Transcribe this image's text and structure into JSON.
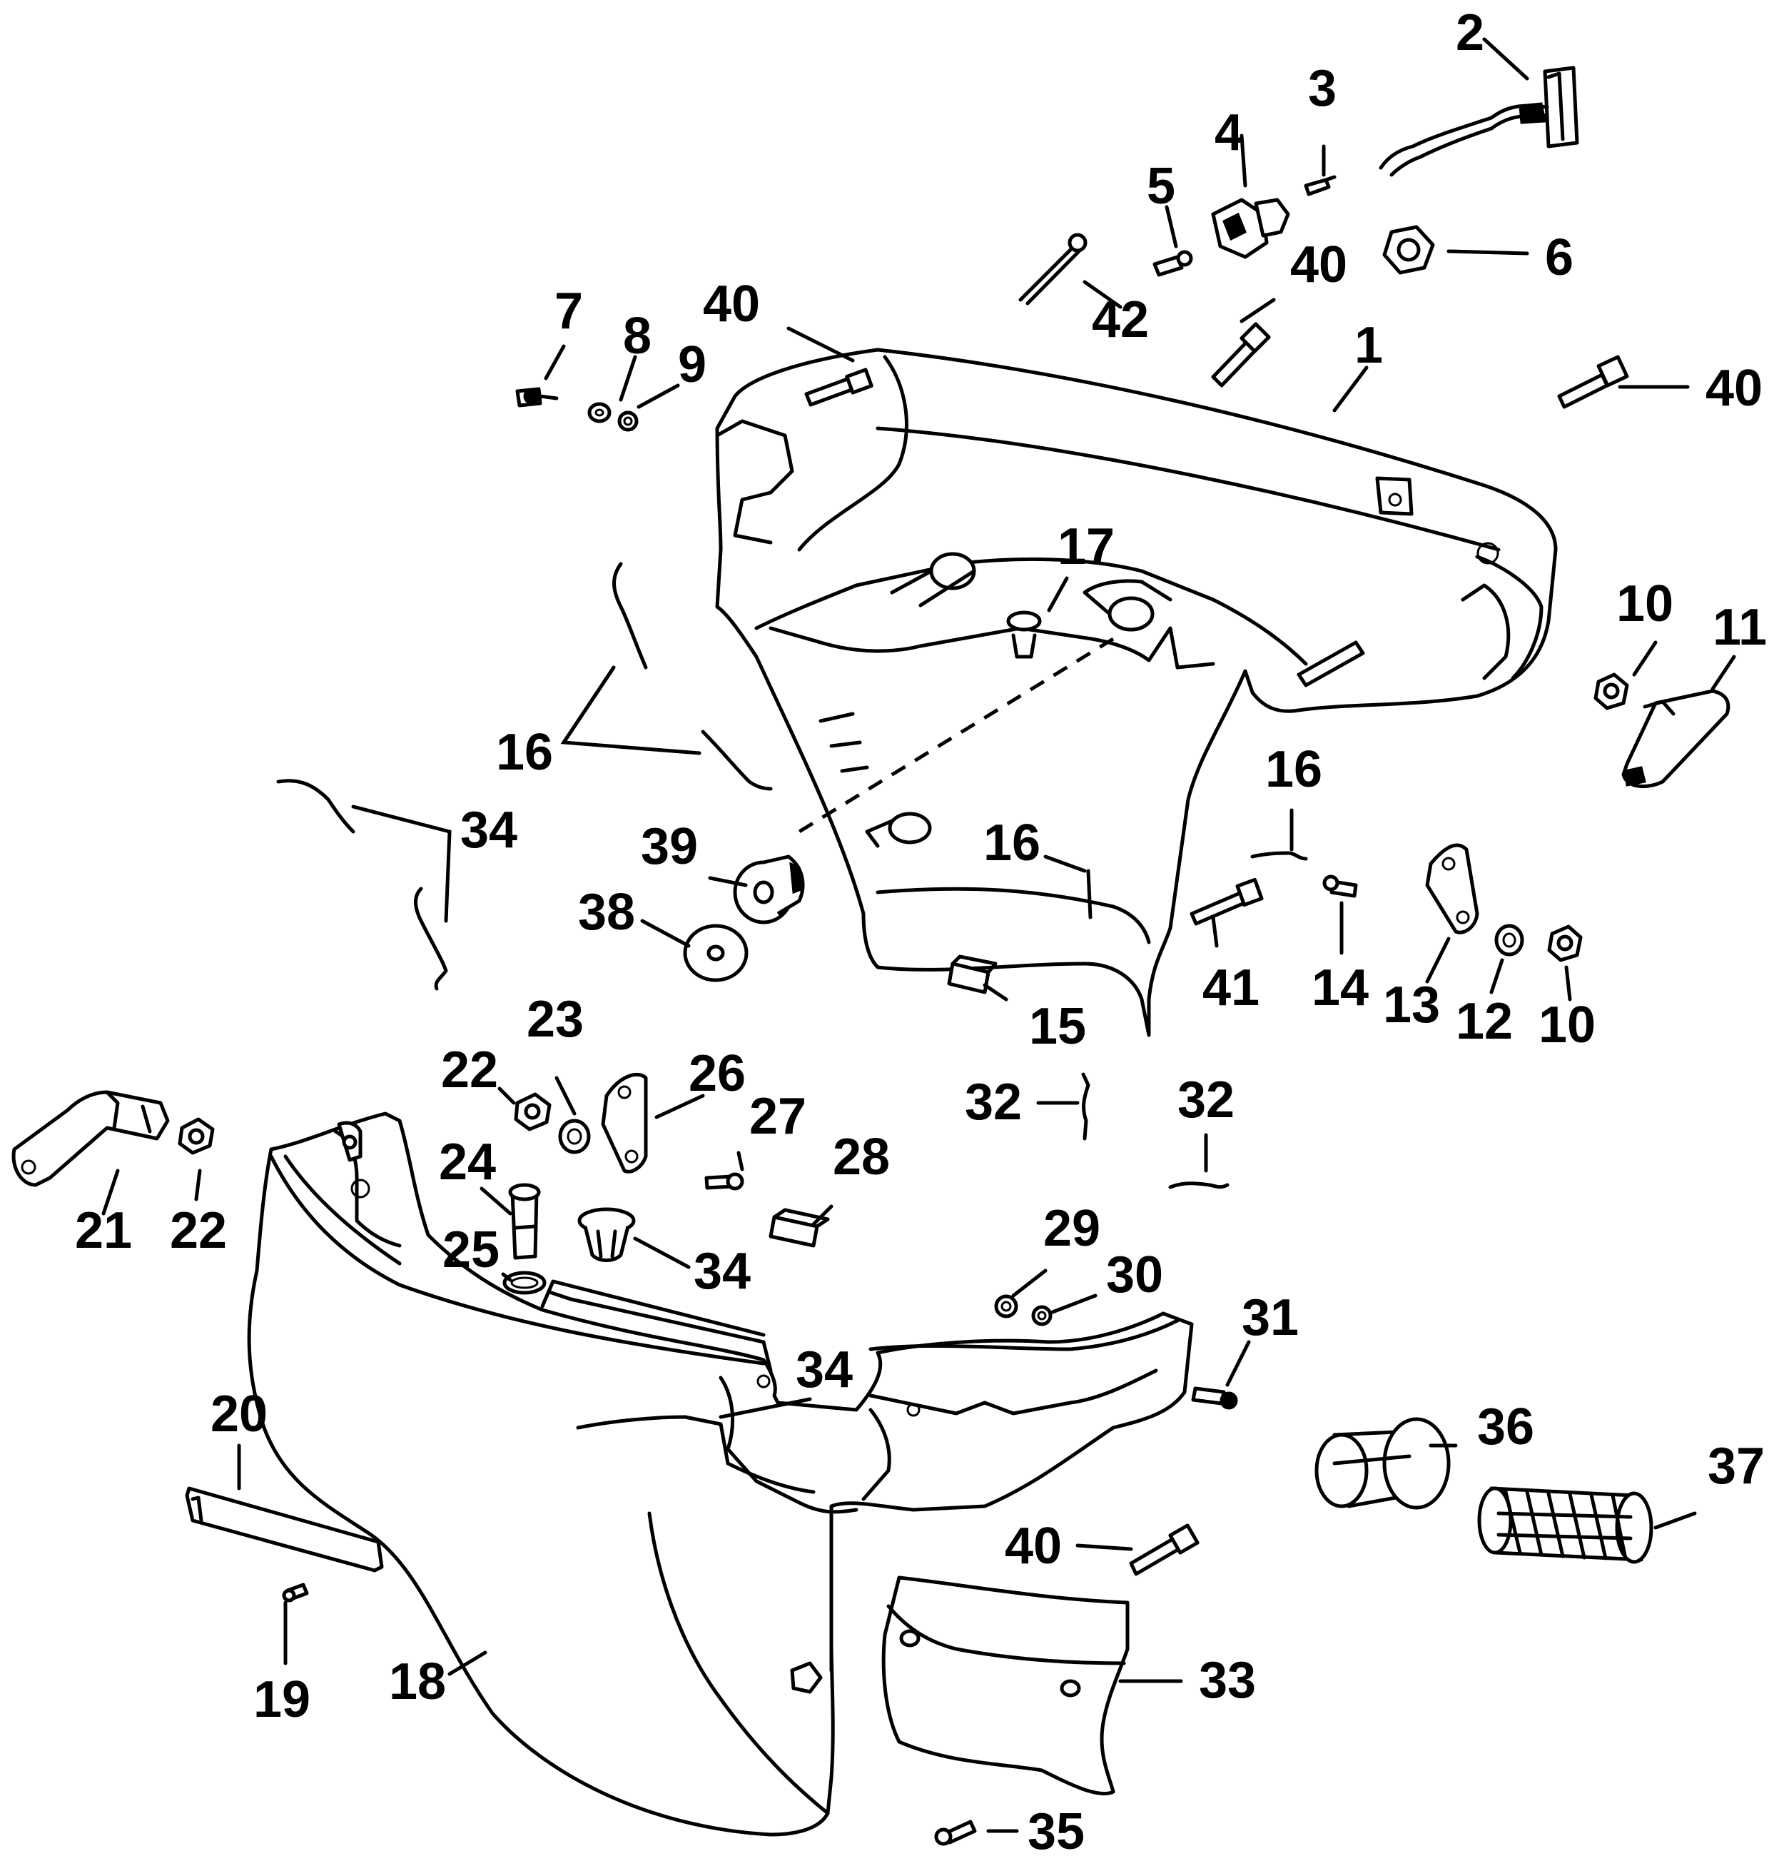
{
  "colors": {
    "ink": "#000000",
    "background": "#ffffff"
  },
  "diagram": {
    "callouts": [
      {
        "id": "c1",
        "text": "1"
      },
      {
        "id": "c2",
        "text": "2"
      },
      {
        "id": "c3",
        "text": "3"
      },
      {
        "id": "c4",
        "text": "4"
      },
      {
        "id": "c5",
        "text": "5"
      },
      {
        "id": "c6",
        "text": "6"
      },
      {
        "id": "c7",
        "text": "7"
      },
      {
        "id": "c8",
        "text": "8"
      },
      {
        "id": "c9",
        "text": "9"
      },
      {
        "id": "c10a",
        "text": "10"
      },
      {
        "id": "c10b",
        "text": "10"
      },
      {
        "id": "c11",
        "text": "11"
      },
      {
        "id": "c12",
        "text": "12"
      },
      {
        "id": "c13",
        "text": "13"
      },
      {
        "id": "c14",
        "text": "14"
      },
      {
        "id": "c15",
        "text": "15"
      },
      {
        "id": "c16a",
        "text": "16"
      },
      {
        "id": "c16b",
        "text": "16"
      },
      {
        "id": "c16c",
        "text": "16"
      },
      {
        "id": "c17",
        "text": "17"
      },
      {
        "id": "c18",
        "text": "18"
      },
      {
        "id": "c19",
        "text": "19"
      },
      {
        "id": "c20",
        "text": "20"
      },
      {
        "id": "c21",
        "text": "21"
      },
      {
        "id": "c22a",
        "text": "22"
      },
      {
        "id": "c22b",
        "text": "22"
      },
      {
        "id": "c23",
        "text": "23"
      },
      {
        "id": "c24",
        "text": "24"
      },
      {
        "id": "c25",
        "text": "25"
      },
      {
        "id": "c26",
        "text": "26"
      },
      {
        "id": "c27",
        "text": "27"
      },
      {
        "id": "c28",
        "text": "28"
      },
      {
        "id": "c29",
        "text": "29"
      },
      {
        "id": "c30",
        "text": "30"
      },
      {
        "id": "c31",
        "text": "31"
      },
      {
        "id": "c32a",
        "text": "32"
      },
      {
        "id": "c32b",
        "text": "32"
      },
      {
        "id": "c33",
        "text": "33"
      },
      {
        "id": "c34a",
        "text": "34"
      },
      {
        "id": "c34b",
        "text": "34"
      },
      {
        "id": "c34c",
        "text": "34"
      },
      {
        "id": "c35",
        "text": "35"
      },
      {
        "id": "c36",
        "text": "36"
      },
      {
        "id": "c37",
        "text": "37"
      },
      {
        "id": "c38",
        "text": "38"
      },
      {
        "id": "c39",
        "text": "39"
      },
      {
        "id": "c40a",
        "text": "40"
      },
      {
        "id": "c40b",
        "text": "40"
      },
      {
        "id": "c40c",
        "text": "40"
      },
      {
        "id": "c40d",
        "text": "40"
      },
      {
        "id": "c41",
        "text": "41"
      },
      {
        "id": "c42",
        "text": "42"
      }
    ]
  }
}
